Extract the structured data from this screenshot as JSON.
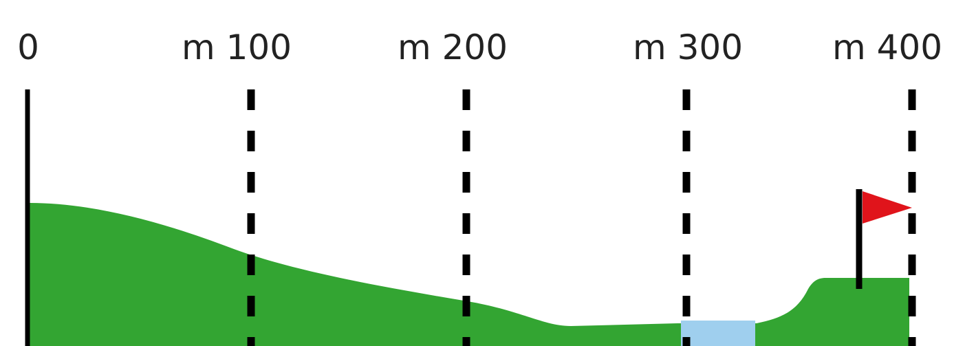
{
  "distance_labels": [
    "0",
    "m 100",
    "m 200",
    "m 300",
    "m 400"
  ],
  "colors": {
    "ground": "#33a532",
    "water": "#9fcfee",
    "flag": "#e0141b",
    "lines": "#000000",
    "text": "#222222"
  },
  "icons": {
    "flag": "red-pennant-flag-icon"
  }
}
